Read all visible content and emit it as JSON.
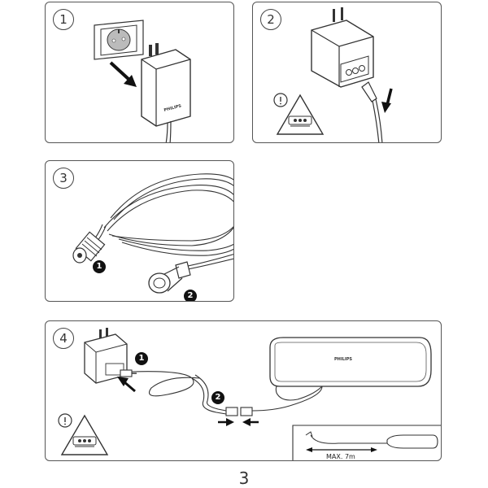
{
  "steps": [
    {
      "number": "1"
    },
    {
      "number": "2"
    },
    {
      "number": "3",
      "badges": [
        "1",
        "2"
      ]
    },
    {
      "number": "4",
      "badges": [
        "1",
        "2"
      ],
      "distance_label": "MAX. 7m"
    }
  ],
  "brand_text": "PHILIPS",
  "page_number": "3"
}
